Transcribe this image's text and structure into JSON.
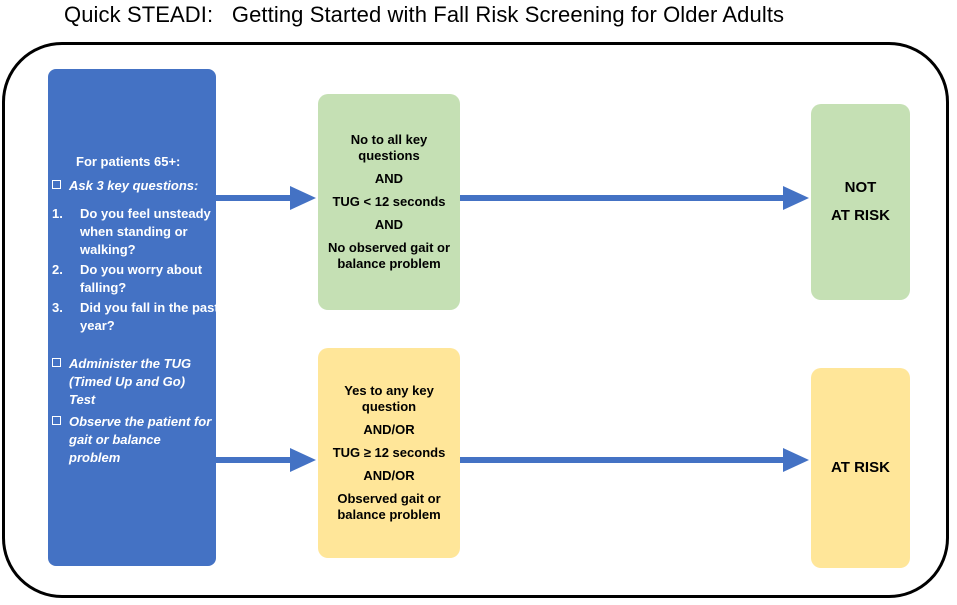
{
  "title": "Quick STEADI:   Getting Started with Fall Risk Screening for Older Adults",
  "screening": {
    "header": "For patients 65+:",
    "ask_label": "Ask 3 key questions:",
    "questions": [
      {
        "num": "1.",
        "text": "Do you feel unsteady when standing or walking?"
      },
      {
        "num": "2.",
        "text": "Do you worry about falling?"
      },
      {
        "num": "3.",
        "text": "Did you fall in the past year?"
      }
    ],
    "tug_label": "Administer the TUG (Timed Up and Go) Test",
    "observe_label": "Observe the patient for gait or balance problem"
  },
  "not_at_risk_criteria": {
    "line1": "No to all key",
    "line2": "questions",
    "and1": "AND",
    "tug": "TUG < 12 seconds",
    "and2": "AND",
    "line5": "No observed gait or",
    "line6": "balance problem"
  },
  "at_risk_criteria": {
    "line1": "Yes to any key",
    "line2": "question",
    "and1": "AND/OR",
    "tug": "TUG ≥ 12 seconds",
    "and2": "AND/OR",
    "line5": "Observed gait or",
    "line6": "balance problem"
  },
  "results": {
    "not_at_risk_line1": "NOT",
    "not_at_risk_line2": "AT RISK",
    "at_risk": "AT RISK"
  },
  "colors": {
    "blue": "#4472c4",
    "green": "#c5e0b4",
    "yellow": "#ffe699"
  }
}
